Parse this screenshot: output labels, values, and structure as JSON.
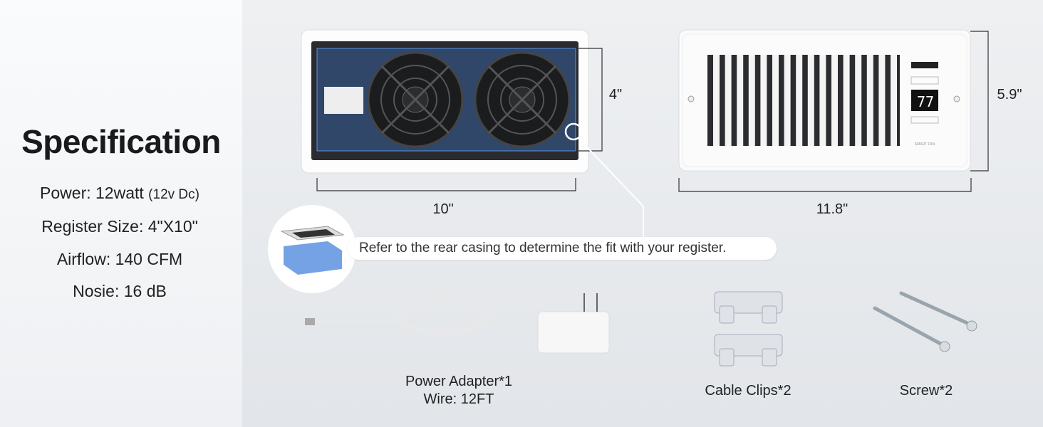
{
  "spec": {
    "title": "Specification",
    "power_label": "Power: 12watt",
    "power_note": "(12v Dc)",
    "register_size": "Register Size: 4\"X10\"",
    "airflow": "Airflow: 140 CFM",
    "noise": "Nosie: 16 dB"
  },
  "dimensions": {
    "rear_height": "4\"",
    "rear_width": "10\"",
    "front_height": "5.9\"",
    "front_width": "11.8\""
  },
  "callout": "Refer to the rear casing to determine the fit with your register.",
  "panel": {
    "display": "77",
    "brand": "SMART FAN"
  },
  "accessories": {
    "adapter": "Power Adapter*1",
    "wire": "Wire: 12FT",
    "clips": "Cable Clips*2",
    "screws": "Screw*2"
  },
  "colors": {
    "highlight": "#3b7bd8",
    "casing": "#2a2b2e"
  }
}
